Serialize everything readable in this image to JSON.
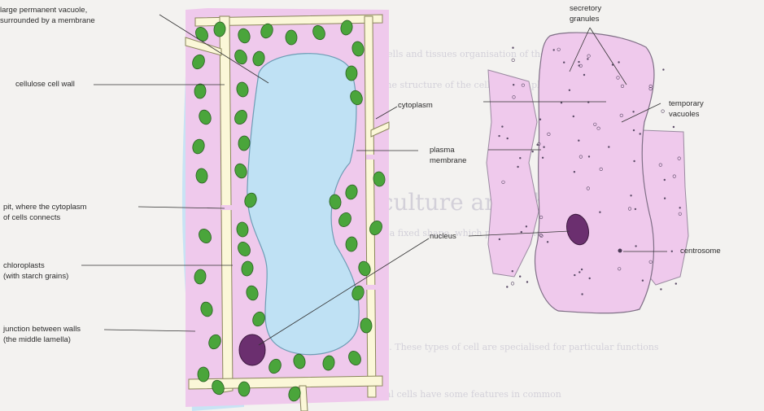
{
  "labels": {
    "vacuole": [
      "large permanent vacuole,",
      "surrounded by a membrane"
    ],
    "cell_wall": "cellulose cell wall",
    "pit": [
      "pit, where the cytoplasm",
      "of cells connects"
    ],
    "chloroplasts": [
      "chloroplasts",
      "(with starch grains)"
    ],
    "junction": [
      "junction between walls",
      "(the middle lamella)"
    ],
    "cytoplasm": "cytoplasm",
    "plasma_membrane": [
      "plasma",
      "membrane"
    ],
    "nucleus": "nucleus",
    "secretory_granules": [
      "secretory",
      "granules"
    ],
    "temporary_vacuoles": [
      "temporary",
      "vacuoles"
    ],
    "centrosome": "centrosome"
  },
  "background_text": {
    "heading": "structure, culture and shared",
    "lines": [
      "cells and tissues organisation of the plant of animal",
      "the structure of the cell types in plants and animals",
      "cells have a fixed shape, which provides the basis of the plant",
      "organelles. These types of cell are specialised for particular functions",
      "plant and animal cells have some features in common"
    ]
  },
  "colors": {
    "cytoplasm": "#efc9ec",
    "vacuole": "#bfe1f4",
    "cell_wall": "#fbf7d8",
    "chloroplast": "#4aa53b",
    "nucleus": "#6b2f6f"
  }
}
